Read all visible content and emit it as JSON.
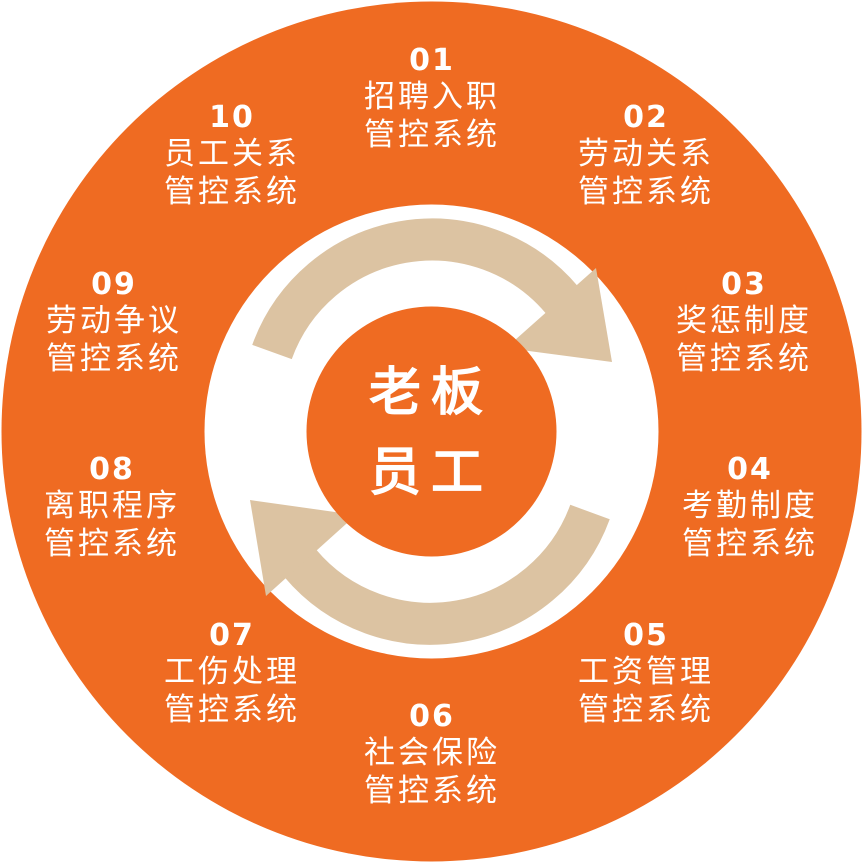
{
  "colors": {
    "ring": "#EF6B22",
    "inner_bg": "#ffffff",
    "arrows": "#DCC3A2",
    "center": "#EF6B22",
    "text": "#ffffff"
  },
  "center": {
    "line1": "老板",
    "line2": "员工"
  },
  "items": [
    {
      "num": "01",
      "line1": "招聘入职",
      "line2": "管控系统"
    },
    {
      "num": "02",
      "line1": "劳动关系",
      "line2": "管控系统"
    },
    {
      "num": "03",
      "line1": "奖惩制度",
      "line2": "管控系统"
    },
    {
      "num": "04",
      "line1": "考勤制度",
      "line2": "管控系统"
    },
    {
      "num": "05",
      "line1": "工资管理",
      "line2": "管控系统"
    },
    {
      "num": "06",
      "line1": "社会保险",
      "line2": "管控系统"
    },
    {
      "num": "07",
      "line1": "工伤处理",
      "line2": "管控系统"
    },
    {
      "num": "08",
      "line1": "离职程序",
      "line2": "管控系统"
    },
    {
      "num": "09",
      "line1": "劳动争议",
      "line2": "管控系统"
    },
    {
      "num": "10",
      "line1": "员工关系",
      "line2": "管控系统"
    }
  ]
}
